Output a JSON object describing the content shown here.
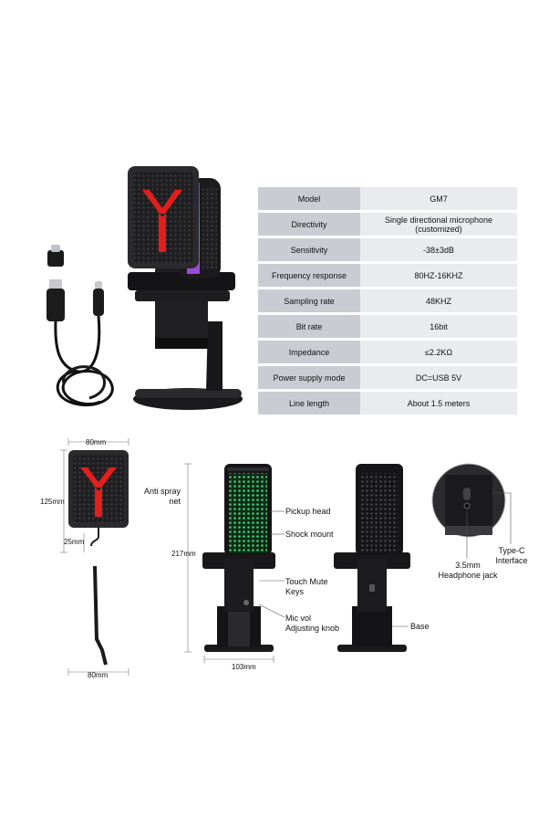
{
  "specs": [
    {
      "key": "Model",
      "value": "GM7"
    },
    {
      "key": "Directivity",
      "value": "Single directional microphone (customized)"
    },
    {
      "key": "Sensitivity",
      "value": "-38±3dB"
    },
    {
      "key": "Frequency response",
      "value": "80HZ-16KHZ"
    },
    {
      "key": "Sampling rate",
      "value": "48KHZ"
    },
    {
      "key": "Bit rate",
      "value": "16bit"
    },
    {
      "key": "Impedance",
      "value": "≤2.2KΩ"
    },
    {
      "key": "Power supply mode",
      "value": "DC=USB 5V"
    },
    {
      "key": "Line length",
      "value": "About 1.5 meters"
    }
  ],
  "dimensions": {
    "net_width": "80mm",
    "net_height": "125mm",
    "net_bottom": "25mm",
    "stand_width": "80mm",
    "mic_height": "217mm",
    "mic_base": "103mm"
  },
  "labels": {
    "anti_spray": "Anti spray net",
    "pickup_head": "Pickup head",
    "shock_mount": "Shock mount",
    "touch_mute": "Touch Mute Keys",
    "mic_vol": "Mic vol Adjusting knob",
    "base": "Base",
    "headphone_jack": "3.5mm Headphone jack",
    "type_c": "Type-C Interface"
  },
  "colors": {
    "accent_red": "#e0201c",
    "rgb_green": "#39d36b",
    "body_black": "#1c1c1e",
    "table_key_bg": "#c9cdd3",
    "table_value_bg": "#e9ebee"
  }
}
